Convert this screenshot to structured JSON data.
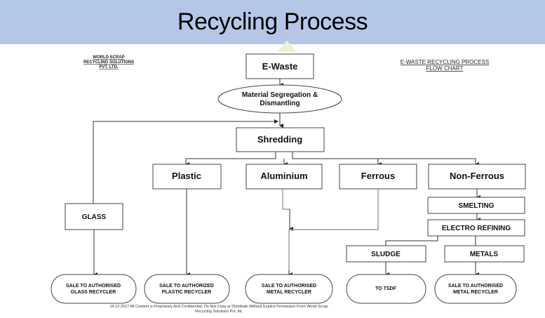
{
  "slide": {
    "title": "Recycling Process",
    "header_color": "#b4c7e7"
  },
  "company": {
    "line1": "WORLD SCRAP",
    "line2": "RECYCLING SOLUTIONS",
    "line3": "PVT. LTD."
  },
  "chart_heading": {
    "line1": "E-WASTE RECYCLING PROCESS",
    "line2": "FLOW CHART"
  },
  "nodes": {
    "ewaste": "E-Waste",
    "segregation_line1": "Material Segregation &",
    "segregation_line2": "Dismantling",
    "shredding": "Shredding",
    "plastic": "Plastic",
    "aluminium": "Aluminium",
    "ferrous": "Ferrous",
    "non_ferrous": "Non-Ferrous",
    "glass": "GLASS",
    "smelting": "SMELTING",
    "electro_refining": "ELECTRO REFINING",
    "sludge": "SLUDGE",
    "metals": "METALS"
  },
  "terminals": {
    "glass_line1": "SALE TO AUTHORISED",
    "glass_line2": "GLASS RECYCLER",
    "plastic_line1": "SALE TO AUTHORIZED",
    "plastic_line2": "PLASTIC RECYCLER",
    "metal_line1": "SALE TO AUTHORISED",
    "metal_line2": "METAL RECYCLER",
    "tsdf": "TO TSDF",
    "metal2_line1": "SALE TO AUTHORISED",
    "metal2_line2": "METAL RECYCLER"
  },
  "footer": {
    "line1": "14.12.2017 All Content is Proprietary And Confidential. Do Not Copy or Distribute Without Explicit Permission From  World Scrap",
    "line2": "Recycling Solutions Pvt. ltd."
  }
}
